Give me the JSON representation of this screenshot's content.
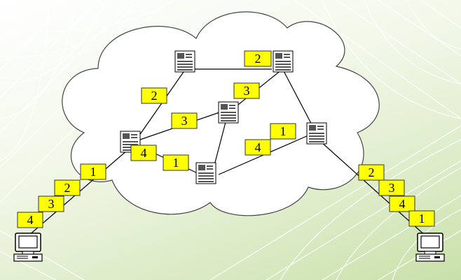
{
  "colors": {
    "packet": "#ffff00",
    "cloud": "#ffffff",
    "background": "#e7f1d8"
  },
  "nodes": [
    {
      "id": "r1",
      "icon": "server-icon"
    },
    {
      "id": "r2",
      "icon": "server-icon"
    },
    {
      "id": "r3",
      "icon": "server-icon"
    },
    {
      "id": "r4",
      "icon": "server-icon"
    },
    {
      "id": "r5",
      "icon": "server-icon"
    },
    {
      "id": "r6",
      "icon": "server-icon"
    },
    {
      "id": "pc-left",
      "icon": "computer-icon"
    },
    {
      "id": "pc-right",
      "icon": "computer-icon"
    }
  ],
  "packets": [
    {
      "id": "p-top",
      "label": "2"
    },
    {
      "id": "p-r1-r4",
      "label": "2"
    },
    {
      "id": "p-r2-r3",
      "label": "3"
    },
    {
      "id": "p-r4-r3",
      "label": "3"
    },
    {
      "id": "p-r5-r6-1",
      "label": "1"
    },
    {
      "id": "p-r5-r6-4",
      "label": "4"
    },
    {
      "id": "p-r4-r5-4",
      "label": "4"
    },
    {
      "id": "p-r4-r5-1",
      "label": "1"
    },
    {
      "id": "p-left-1",
      "label": "1"
    },
    {
      "id": "p-left-2",
      "label": "2"
    },
    {
      "id": "p-left-3",
      "label": "3"
    },
    {
      "id": "p-left-4",
      "label": "4"
    },
    {
      "id": "p-right-2",
      "label": "2"
    },
    {
      "id": "p-right-3",
      "label": "3"
    },
    {
      "id": "p-right-4",
      "label": "4"
    },
    {
      "id": "p-right-1",
      "label": "1"
    }
  ]
}
